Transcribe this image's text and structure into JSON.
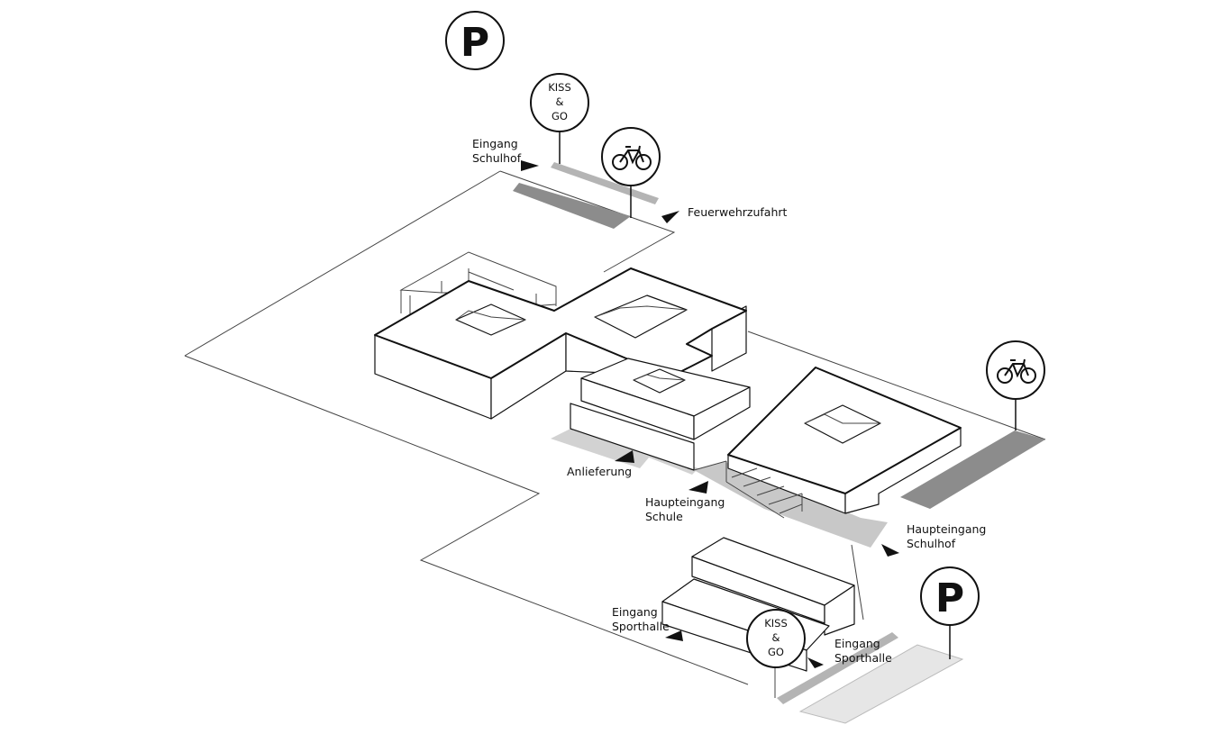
{
  "labels": {
    "eingang_schulhof": [
      "Eingang",
      "Schulhof"
    ],
    "feuerwehrzufahrt": "Feuerwehrzufahrt",
    "anlieferung": "Anlieferung",
    "haupteingang_schule": [
      "Haupteingang",
      "Schule"
    ],
    "haupteingang_schulhof": [
      "Haupteingang",
      "Schulhof"
    ],
    "eingang_sporthalle_left": [
      "Eingang",
      "Sporthalle"
    ],
    "eingang_sporthalle_right": [
      "Eingang",
      "Sporthalle"
    ]
  },
  "markers": {
    "parking_symbol": "P",
    "kiss_and_go_lines": [
      "KISS",
      "&",
      "GO"
    ]
  },
  "icons": {
    "parking": "parking-sign-icon",
    "bicycle": "bicycle-icon",
    "kiss_and_go": "kiss-and-go-icon",
    "entrance_arrow": "entrance-arrow-icon"
  },
  "colors": {
    "line": "#111111",
    "dark_zone": "#8c8c8c",
    "mid_zone": "#b4b4b4",
    "light_zone": "#d2d2d2",
    "lighter_zone": "#e6e6e6"
  }
}
